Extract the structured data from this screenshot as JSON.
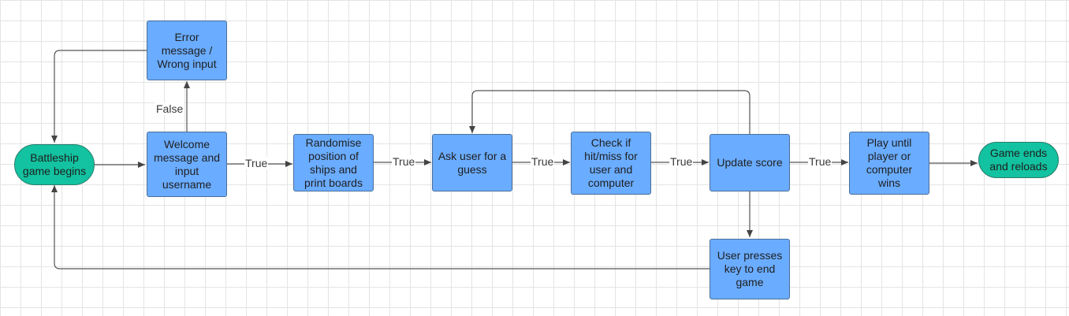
{
  "nodes": {
    "start": "Battleship game begins",
    "error": "Error message / Wrong input",
    "welcome": "Welcome message and input username",
    "randomise": "Randomise position of ships and print boards",
    "ask": "Ask user for a guess",
    "check": "Check if hit/miss for user and computer",
    "update": "Update score",
    "play": "Play until player or computer wins",
    "end": "Game ends and reloads",
    "keypress": "User presses key to end game"
  },
  "edge_labels": {
    "false_to_error": "False",
    "true_to_randomise": "True",
    "true_to_ask": "True",
    "true_to_check": "True",
    "true_to_update": "True",
    "true_to_play": "True"
  },
  "colors": {
    "process": "#6aacff",
    "terminal": "#12c2a0",
    "line": "#555555"
  }
}
